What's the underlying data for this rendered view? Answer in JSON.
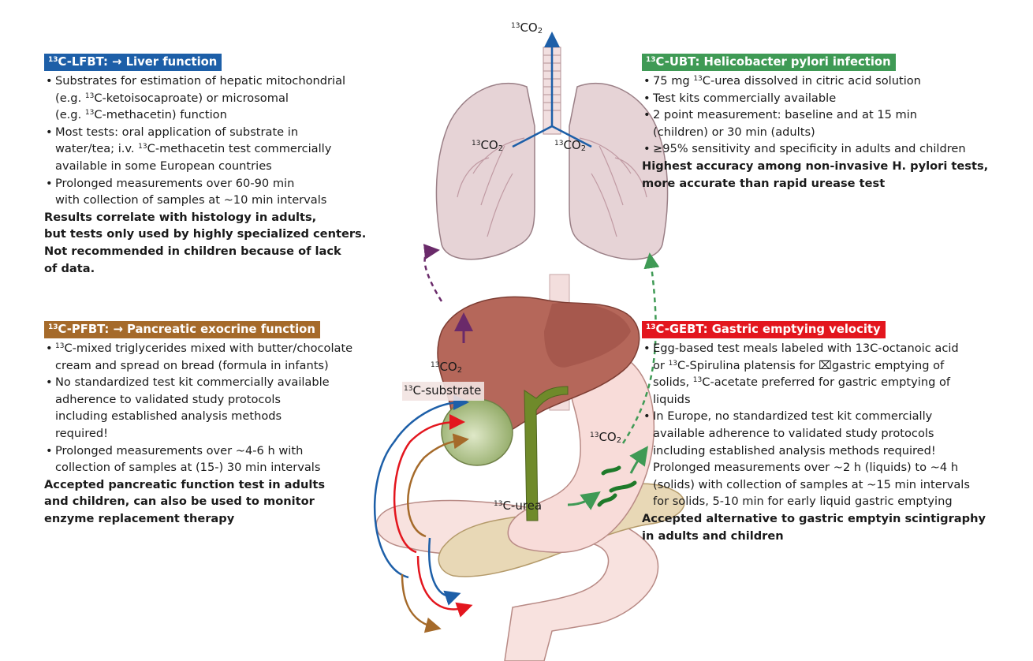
{
  "colors": {
    "lfbt": "#1d5fa8",
    "ubt": "#3f9a55",
    "pfbt": "#a56a2a",
    "gebt": "#e3161e"
  },
  "labels": {
    "co2_top_sup": "13",
    "co2_top": "CO",
    "co2_left_sup": "13",
    "co2_left": "CO",
    "co2_right_sup": "13",
    "co2_right": "CO",
    "co2_liver_sup": "13",
    "co2_liver": "CO",
    "substrate_sup": "13",
    "substrate": "C-substrate",
    "co2_stomach_sup": "13",
    "co2_stomach": "CO",
    "urea_sup": "13",
    "urea": "C-urea"
  },
  "lfbt": {
    "title_sup": "13",
    "title": "C-LFBT: → Liver function",
    "lines": [
      {
        "a": "Substrates for estimation of hepatic mitochondrial",
        "sup": "",
        "b": ""
      },
      {
        "a": "(e.g. ",
        "sup": "13",
        "b": "C-ketoisocaproate) or microsomal"
      },
      {
        "a": "(e.g. ",
        "sup": "13",
        "b": "C-methacetin) function"
      },
      {
        "a": "Most tests: oral application of substrate in",
        "sup": "",
        "b": ""
      },
      {
        "a": "water/tea; i.v. ",
        "sup": "13",
        "b": "C-methacetin test commercially"
      },
      {
        "a": "available in some European countries",
        "sup": "",
        "b": ""
      },
      {
        "a": "Prolonged measurements over 60-90 min",
        "sup": "",
        "b": ""
      },
      {
        "a": "with collection of samples at ~10 min intervals",
        "sup": "",
        "b": ""
      }
    ],
    "conclusion": [
      "Results correlate with histology in adults,",
      "but tests only used by highly specialized centers.",
      "Not recommended in children because of lack",
      "of data."
    ]
  },
  "ubt": {
    "title_sup": "13",
    "title": "C-UBT: Helicobacter pylori infection",
    "lines": [
      {
        "a": "75 mg ",
        "sup": "13",
        "b": "C-urea  dissolved in citric acid solution"
      },
      {
        "a": "Test kits commercially available",
        "sup": "",
        "b": ""
      },
      {
        "a": "2 point measurement: baseline and at 15 min",
        "sup": "",
        "b": ""
      },
      {
        "a": "(children) or 30 min (adults)",
        "sup": "",
        "b": ""
      },
      {
        "a": "≥95% sensitivity and specificity in adults and children",
        "sup": "",
        "b": ""
      }
    ],
    "conclusion": [
      "Highest accuracy among non-invasive H. pylori tests,",
      "more accurate than rapid urease test"
    ]
  },
  "pfbt": {
    "title_sup": "13",
    "title": "C-PFBT: → Pancreatic exocrine function",
    "lines": [
      {
        "a": "",
        "sup": "13",
        "b": "C-mixed triglycerides mixed with butter/chocolate"
      },
      {
        "a": "cream and spread on bread  (formula in infants)",
        "sup": "",
        "b": ""
      },
      {
        "a": "No standardized test kit commercially available",
        "sup": "",
        "b": ""
      },
      {
        "a": "adherence to validated study protocols",
        "sup": "",
        "b": ""
      },
      {
        "a": "including established analysis methods",
        "sup": "",
        "b": ""
      },
      {
        "a": "required!",
        "sup": "",
        "b": ""
      },
      {
        "a": "Prolonged measurements over ~4-6 h with",
        "sup": "",
        "b": ""
      },
      {
        "a": "collection of samples at (15-) 30 min intervals",
        "sup": "",
        "b": ""
      }
    ],
    "conclusion": [
      "Accepted pancreatic function test in adults",
      "and children, can also be used to monitor",
      "enzyme replacement therapy"
    ]
  },
  "gebt": {
    "title_sup": "13",
    "title": "C-GEBT: Gastric emptying velocity",
    "lines": [
      {
        "a": "Egg-based test meals labeled with 13C-octanoic acid",
        "sup": "",
        "b": ""
      },
      {
        "a": "or ",
        "sup": "13",
        "b": "C-Spirulina platensis for ⌧gastric emptying of"
      },
      {
        "a": "solids, ",
        "sup": "13",
        "b": "C-acetate preferred for gastric emptying of"
      },
      {
        "a": "liquids",
        "sup": "",
        "b": ""
      },
      {
        "a": "In Europe, no standardized test kit commercially",
        "sup": "",
        "b": ""
      },
      {
        "a": "available adherence to validated study protocols",
        "sup": "",
        "b": ""
      },
      {
        "a": "including established analysis methods required!",
        "sup": "",
        "b": ""
      },
      {
        "a": "Prolonged measurements over ~2 h (liquids) to ~4 h",
        "sup": "",
        "b": ""
      },
      {
        "a": "(solids) with collection of samples at ~15 min intervals",
        "sup": "",
        "b": ""
      },
      {
        "a": "for solids, 5-10 min for early liquid gastric emptying",
        "sup": "",
        "b": ""
      }
    ],
    "conclusion": [
      "Accepted alternative to gastric emptyin scintigraphy",
      "in adults and children"
    ]
  }
}
